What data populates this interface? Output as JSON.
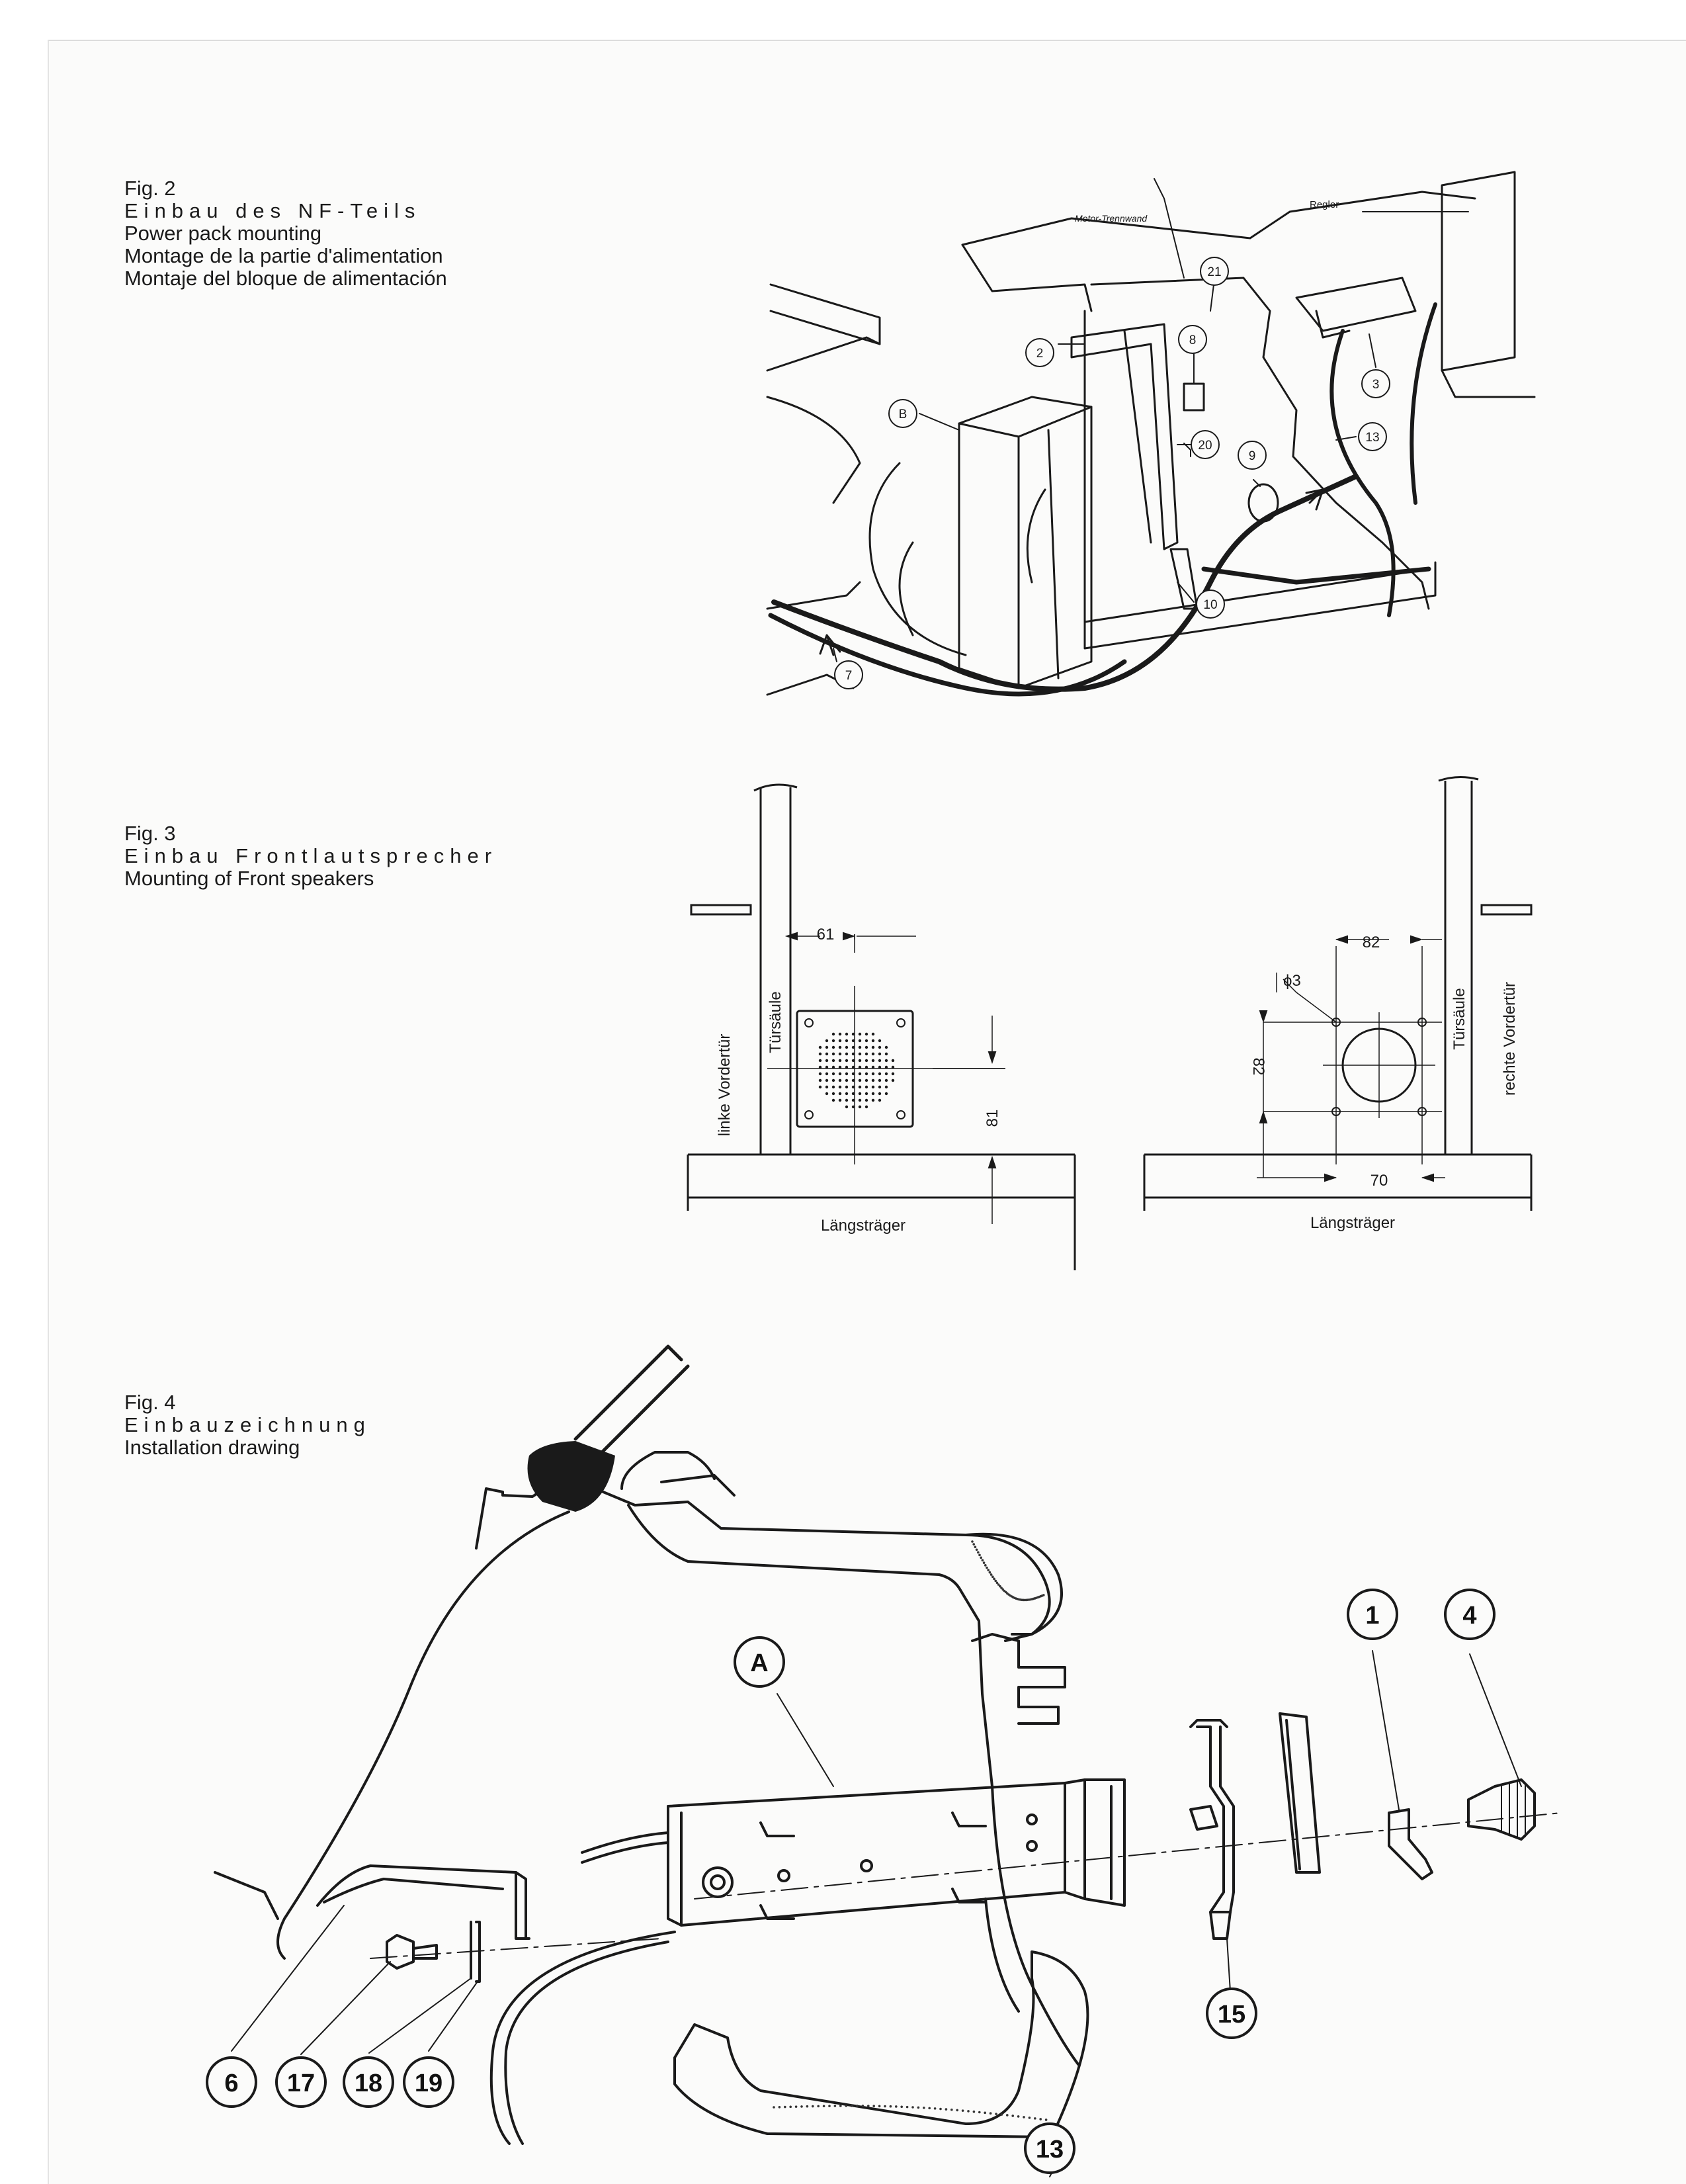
{
  "fig2": {
    "caption": [
      "Fig. 2",
      "Einbau des NF-Teils",
      "Power pack mounting",
      "Montage de la partie d'alimentation",
      "Montaje del bloque de alimentación"
    ],
    "labels": {
      "motor_trennwand": "Motor-Trennwand",
      "regler": "Regler"
    },
    "callouts": [
      "B",
      "2",
      "8",
      "21",
      "20",
      "9",
      "13",
      "3",
      "10",
      "7"
    ]
  },
  "fig3": {
    "caption": [
      "Fig. 3",
      "Einbau Frontlautsprecher",
      "Mounting of Front speakers"
    ],
    "left": {
      "door": "linke Vordertür",
      "pillar": "Türsäule",
      "dim_width": "61",
      "dim_height": "81",
      "rail": "Längsträger"
    },
    "right": {
      "door": "rechte Vordertür",
      "pillar": "Türsäule",
      "dim_top": "82",
      "dim_hole": "ϕ3",
      "dim_side": "82",
      "dim_bottom": "70",
      "rail": "Längsträger"
    }
  },
  "fig4": {
    "caption": [
      "Fig. 4",
      "Einbauzeichnung",
      "Installation drawing"
    ],
    "callouts": [
      "A",
      "1",
      "4",
      "15",
      "6",
      "17",
      "18",
      "19",
      "13"
    ]
  }
}
